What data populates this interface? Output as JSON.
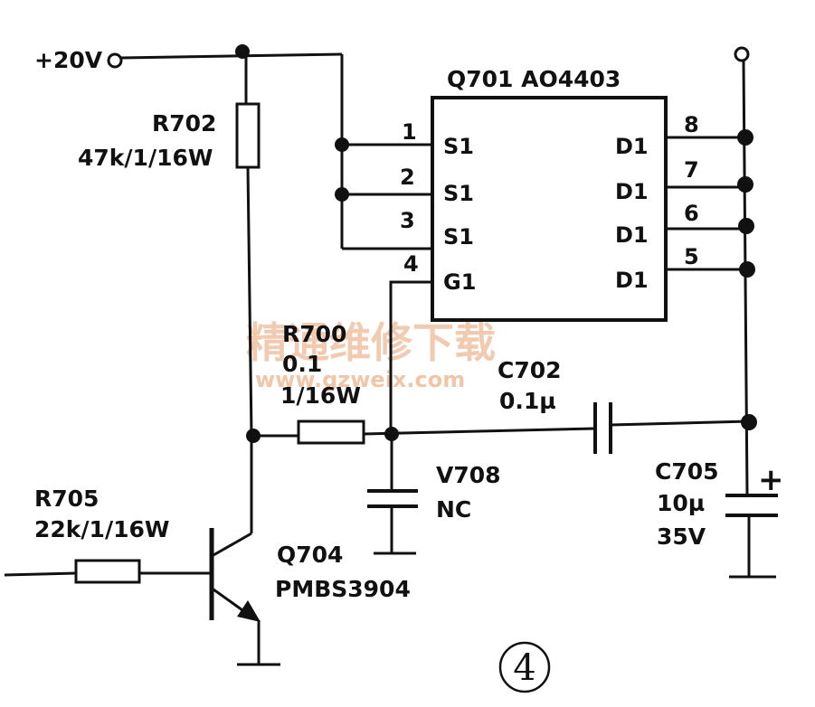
{
  "labels": {
    "supply": "+20V",
    "q701": "Q701  AO4403",
    "r702_name": "R702",
    "r702_value": "47k/1/16W",
    "r700_name": "R700",
    "r700_value1": "0.1",
    "r700_value2": "1/16W",
    "c702_name": "C702",
    "c702_value": "0.1µ",
    "v708_name": "V708",
    "v708_value": "NC",
    "c705_name": "C705",
    "c705_value1": "10µ",
    "c705_value2": "35V",
    "r705_name": "R705",
    "r705_value": "22k/1/16W",
    "q704_name": "Q704",
    "q704_part": "PMBS3904",
    "plus_sign": "+",
    "figure_number": "4"
  },
  "ic_pins": {
    "left": [
      {
        "num": "1",
        "name": "S1"
      },
      {
        "num": "2",
        "name": "S1"
      },
      {
        "num": "3",
        "name": "S1"
      },
      {
        "num": "4",
        "name": "G1"
      }
    ],
    "right": [
      {
        "num": "8",
        "name": "D1"
      },
      {
        "num": "7",
        "name": "D1"
      },
      {
        "num": "6",
        "name": "D1"
      },
      {
        "num": "5",
        "name": "D1"
      }
    ]
  },
  "watermark": {
    "text": "精通维修下载",
    "url": "www.gzweix.com"
  }
}
